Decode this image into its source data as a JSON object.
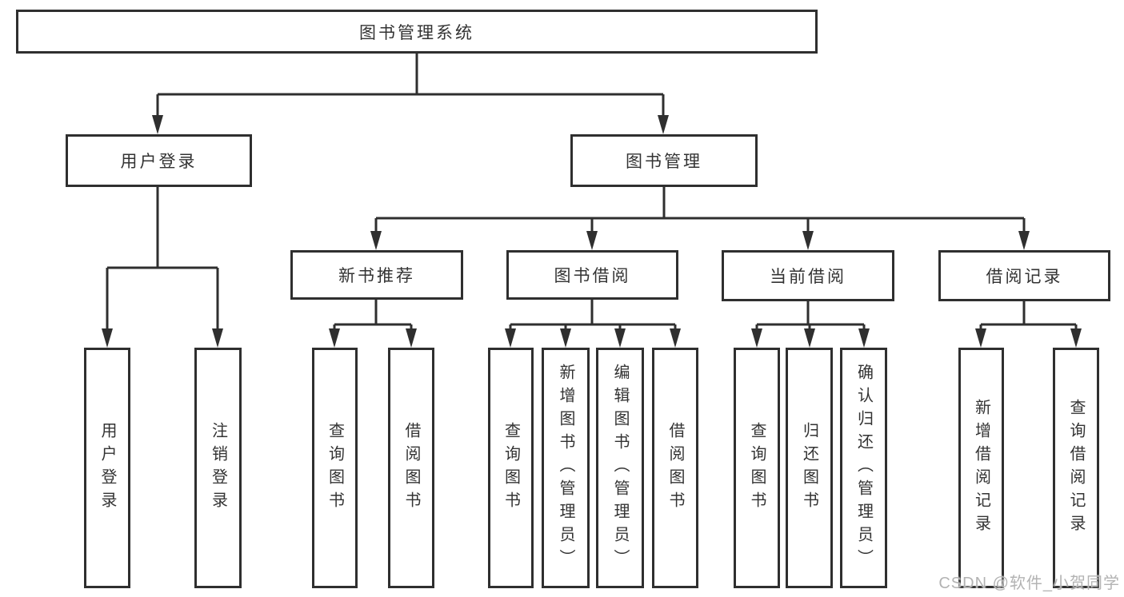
{
  "diagram": {
    "nodes": {
      "root": "图书管理系统",
      "user_login": "用户登录",
      "book_management": "图书管理",
      "new_book_recommend": "新书推荐",
      "book_borrowing": "图书借阅",
      "current_borrowing": "当前借阅",
      "borrowing_records": "借阅记录"
    },
    "leaves": {
      "user_login_children": [
        "用户登录",
        "注销登录"
      ],
      "new_book_recommend_children": [
        "查询图书",
        "借阅图书"
      ],
      "book_borrowing_children": [
        "查询图书",
        "新增图书（管理员）",
        "编辑图书（管理员）",
        "借阅图书"
      ],
      "current_borrowing_children": [
        "查询图书",
        "归还图书",
        "确认归还（管理员）"
      ],
      "borrowing_records_children": [
        "新增借阅记录",
        "查询借阅记录"
      ]
    },
    "colors": {
      "line": "#2f2f2f",
      "text": "#333333",
      "background": "#ffffff",
      "watermark": "#b3b3b3"
    }
  },
  "watermark": "CSDN @软件_小贺同学"
}
